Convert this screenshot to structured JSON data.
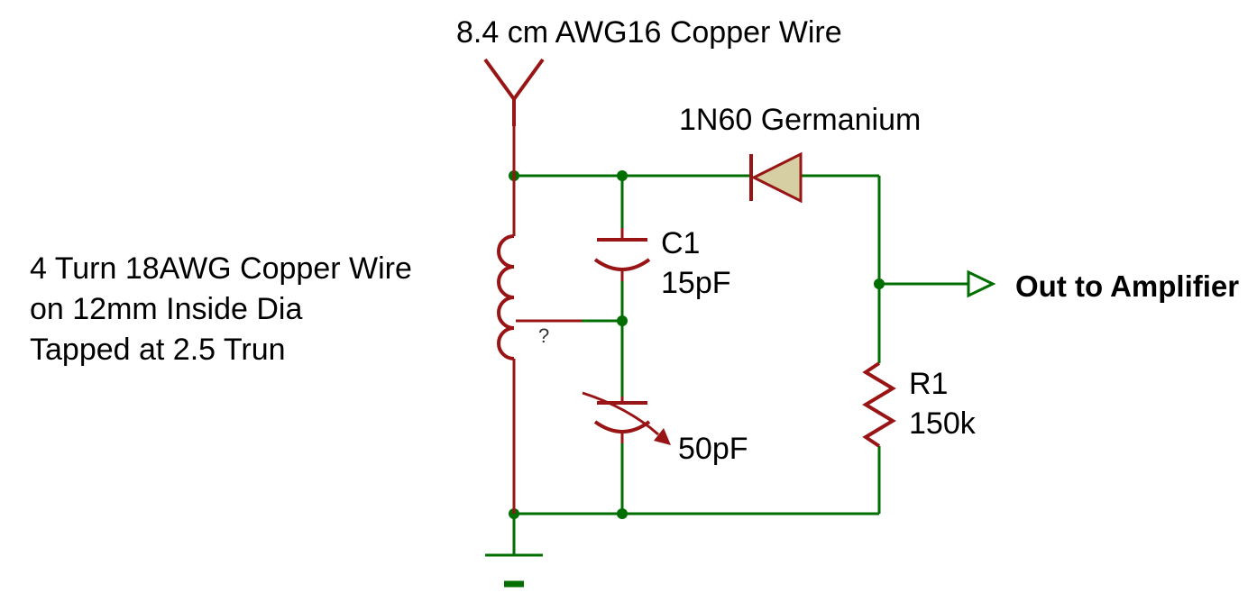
{
  "labels": {
    "antenna": "8.4 cm AWG16 Copper Wire",
    "diode": "1N60 Germanium",
    "coil_note_line1": "4 Turn 18AWG Copper Wire",
    "coil_note_line2": "on 12mm Inside Dia",
    "coil_note_line3": "Tapped at 2.5 Trun",
    "c1_ref": "C1",
    "c1_value": "15pF",
    "tap_net": "?",
    "varcap_value": "50pF",
    "r1_ref": "R1",
    "r1_value": "150k",
    "output": "Out to Amplifier"
  },
  "colors": {
    "wire-color": "#006e00",
    "comp-color": "#991414",
    "diode-fill": "#d6cfa3",
    "text-color": "#000000"
  }
}
